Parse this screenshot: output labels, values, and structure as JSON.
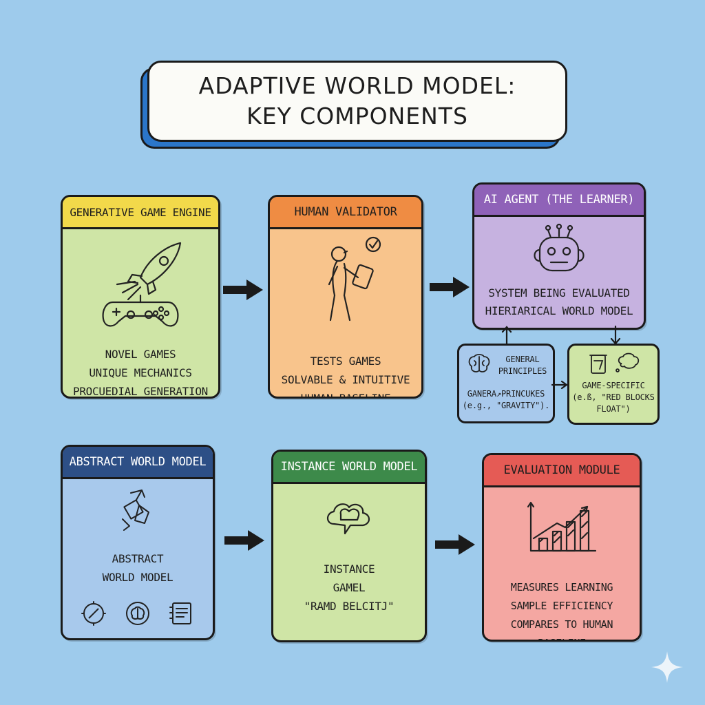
{
  "title": {
    "line1": "ADAPTIVE WORLD MODEL:",
    "line2": "KEY COMPONENTS"
  },
  "cards": {
    "generative": {
      "header": "GENERATIVE GAME ENGINE",
      "lines": [
        "NOVEL GAMES",
        "UNIQUE MECHANICS",
        "PROCUEDIAL GENERATION"
      ]
    },
    "validator": {
      "header": "HUMAN VALIDATOR",
      "lines": [
        "TESTS GAMES",
        "SOLVABLE & INTUITIVE",
        "HUMAN BASELINE"
      ]
    },
    "agent": {
      "header": "AI AGENT (THE LEARNER)",
      "lines": [
        "SYSTEM BEING EVALUATED",
        "HIERIARICAL WORLD MODEL"
      ]
    },
    "abstract": {
      "header": "ABSTRACT WORLD MODEL",
      "lines": [
        "ABSTRACT",
        "WORLD MODEL"
      ]
    },
    "instance": {
      "header": "INSTANCE WORLD MODEL",
      "lines": [
        "INSTANCE",
        "GAMEL",
        "\"RAMD BELCITJ\""
      ]
    },
    "evaluation": {
      "header": "EVALUATION MODULE",
      "lines": [
        "MEASURES LEARNING",
        "SAMPLE EFFICIENCY",
        "COMPARES TO HUMAN BASELINE"
      ]
    }
  },
  "general_box": {
    "title1": "GENERAL",
    "title2": "PRINCIPLES",
    "line1": "GANERA↗PRINCUKES",
    "line2": "(e.g., \"GRAVITY\")."
  },
  "specific_box": {
    "line1": "GAME-SPECIFIC",
    "line2": "(e.ß, \"RED BLOCKS",
    "line3": "FLOAT\")"
  },
  "colors": {
    "background": "#9ecbec",
    "yellow_header": "#f2d94a",
    "green_body": "#cfe5a6",
    "orange_header": "#ef8c43",
    "orange_body": "#f8c48c",
    "purple_header": "#8f62b8",
    "purple_body": "#c6b2e0",
    "navy_header": "#2d4f86",
    "blue_body": "#a8c9ec",
    "green_header": "#3d8a4a",
    "red_header": "#e55b55",
    "red_body": "#f4a7a2"
  }
}
